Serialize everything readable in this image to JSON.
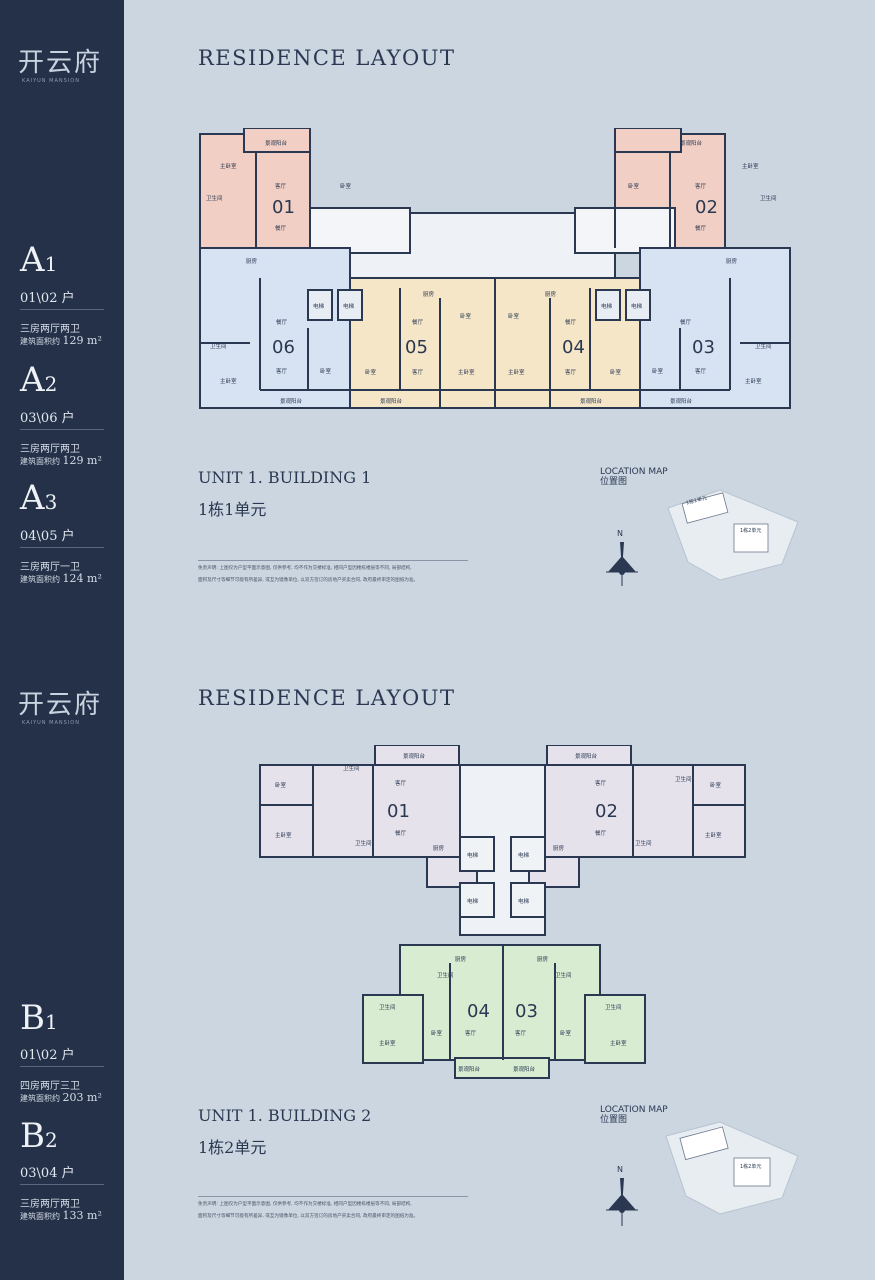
{
  "logo": {
    "top_text": "开云府",
    "top_sub": "KAIYUN MANSION",
    "bottom_text": "开云府",
    "bottom_sub": "KAIYUN MANSION"
  },
  "types_top": [
    {
      "code": "A",
      "num": "1",
      "units": "01\\02 户",
      "desc": "三房两厅两卫",
      "area_label": "建筑面积约",
      "area": "129 m²"
    },
    {
      "code": "A",
      "num": "2",
      "units": "03\\06 户",
      "desc": "三房两厅两卫",
      "area_label": "建筑面积约",
      "area": "129 m²"
    },
    {
      "code": "A",
      "num": "3",
      "units": "04\\05 户",
      "desc": "三房两厅一卫",
      "area_label": "建筑面积约",
      "area": "124 m²"
    }
  ],
  "types_bottom": [
    {
      "code": "B",
      "num": "1",
      "units": "01\\02 户",
      "desc": "四房两厅三卫",
      "area_label": "建筑面积约",
      "area": "203 m²"
    },
    {
      "code": "B",
      "num": "2",
      "units": "03\\04 户",
      "desc": "三房两厅两卫",
      "area_label": "建筑面积约",
      "area": "133 m²"
    }
  ],
  "section1": {
    "title": "RESIDENCE  LAYOUT",
    "unit_title": "UNIT 1. BUILDING 1",
    "unit_cn": "1栋1单元",
    "location_en": "LOCATION MAP",
    "location_cn": "位置图",
    "map_label": "1栋1单元",
    "north": "N",
    "units": [
      "01",
      "02",
      "03",
      "04",
      "05",
      "06"
    ],
    "rooms": {
      "master": "主卧室",
      "bed": "卧室",
      "living": "客厅",
      "dining": "餐厅",
      "kitchen": "厨房",
      "bath": "卫生间",
      "balcony": "景观阳台",
      "lift": "电梯"
    }
  },
  "section2": {
    "title": "RESIDENCE  LAYOUT",
    "unit_title": "UNIT 1. BUILDING 2",
    "unit_cn": "1栋2单元",
    "location_en": "LOCATION MAP",
    "location_cn": "位置图",
    "map_label": "1栋2单元",
    "north": "N",
    "units": [
      "01",
      "02",
      "03",
      "04"
    ]
  },
  "disclaimer": {
    "line1": "免责声明: 上图仅为户型平面示意图, 仅供参考, 均不作为交楼标准, 相同户型因楼栋楼层等不同, 局部结构,",
    "line2": "面积及尺寸等细节可能有所差异, 或互为镜像单位, 以双方签订的房地产买卖合同, 政府最终审定的图纸为准。"
  },
  "colors": {
    "sidebar": "#243149",
    "bg": "#cbd6e0",
    "pink": "#f1cfc4",
    "blue": "#d7e3f3",
    "yellow": "#f6e6c8",
    "lavender": "#e6e2ec",
    "green": "#d8ecd2"
  }
}
